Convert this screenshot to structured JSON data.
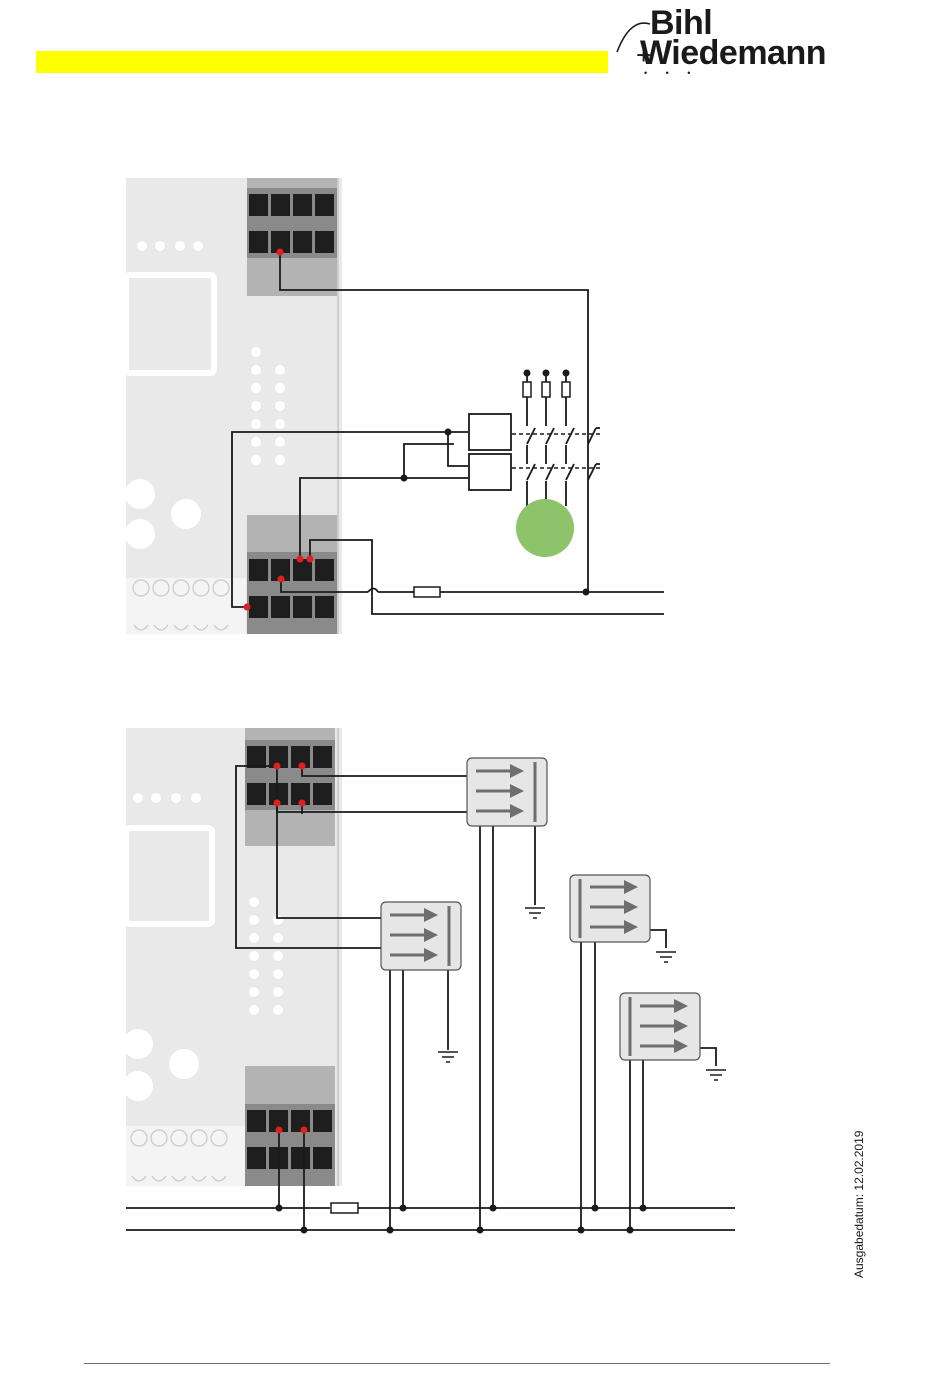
{
  "header": {
    "brand_line1": "Bihl",
    "brand_line2": "Wiedemann",
    "brand_plus": "+",
    "brand_dots": "• • •",
    "accent_color": "#ffff00"
  },
  "sidebar": {
    "issue_date": "Ausgabedatum: 12.02.2019"
  },
  "colors": {
    "motor": "#8dc36b",
    "connection_dot": "#e02020",
    "terminal_block": "#1e1e1e",
    "module_panel": "#e9e9e9",
    "wire": "#1a1a1a",
    "arrow": "#6e6e6e"
  },
  "diagrams": [
    {
      "name": "contactor-motor-circuit",
      "icons": [
        "terminal-block",
        "contactor-coil",
        "fuse",
        "motor",
        "switch-contact"
      ]
    },
    {
      "name": "safety-modules-circuit",
      "icons": [
        "terminal-block",
        "safety-module",
        "ground-symbol",
        "fuse"
      ]
    }
  ]
}
